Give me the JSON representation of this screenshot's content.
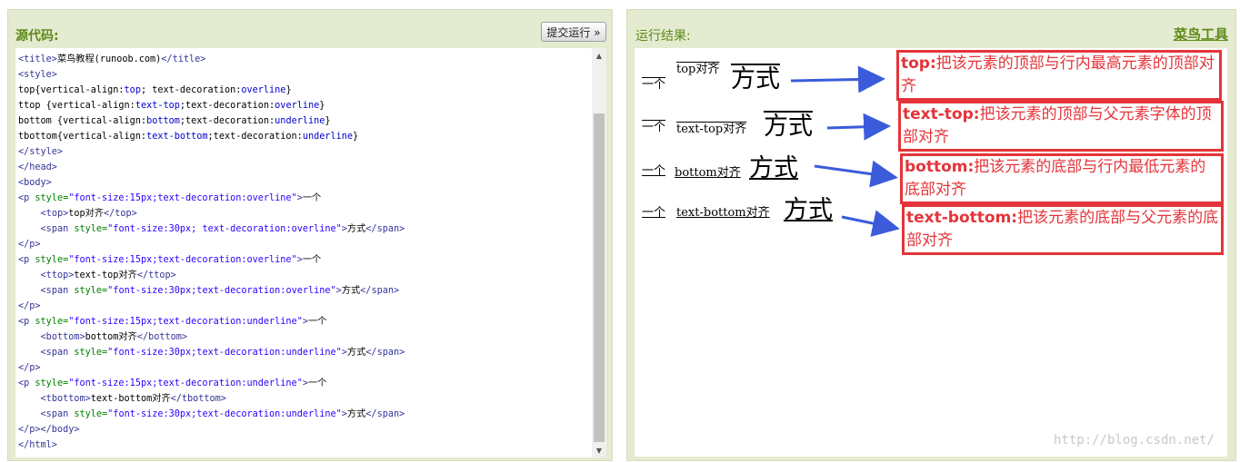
{
  "left": {
    "title": "源代码:",
    "run_label": "提交运行 »",
    "code_lines": [
      [
        [
          "t",
          "<title>"
        ],
        [
          "x",
          "菜鸟教程(runoob.com)"
        ],
        [
          "t",
          "</title>"
        ]
      ],
      [
        [
          "t",
          "<style>"
        ]
      ],
      [
        [
          "x",
          "top{vertical-align:"
        ],
        [
          "v",
          "top"
        ],
        [
          "x",
          "; text-decoration:"
        ],
        [
          "v",
          "overline"
        ],
        [
          "x",
          "}"
        ]
      ],
      [
        [
          "x",
          "ttop {vertical-align:"
        ],
        [
          "v",
          "text-top"
        ],
        [
          "x",
          ";text-decoration:"
        ],
        [
          "v",
          "overline"
        ],
        [
          "x",
          "}"
        ]
      ],
      [
        [
          "x",
          "bottom {vertical-align:"
        ],
        [
          "v",
          "bottom"
        ],
        [
          "x",
          ";text-decoration:"
        ],
        [
          "v",
          "underline"
        ],
        [
          "x",
          "}"
        ]
      ],
      [
        [
          "x",
          "tbottom{vertical-align:"
        ],
        [
          "v",
          "text-bottom"
        ],
        [
          "x",
          ";text-decoration:"
        ],
        [
          "v",
          "underline"
        ],
        [
          "x",
          "}"
        ]
      ],
      [
        [
          "t",
          "</style>"
        ]
      ],
      [
        [
          "t",
          "</head>"
        ]
      ],
      [
        [
          "t",
          "<body>"
        ]
      ],
      [
        [
          "t",
          "<p "
        ],
        [
          "a",
          "style="
        ],
        [
          "s",
          "\"font-size:15px;text-decoration:overline\""
        ],
        [
          "t",
          ">"
        ],
        [
          "x",
          "一个"
        ]
      ],
      [
        [
          "x",
          "    "
        ],
        [
          "t",
          "<top>"
        ],
        [
          "x",
          "top对齐"
        ],
        [
          "t",
          "</top>"
        ]
      ],
      [
        [
          "x",
          "    "
        ],
        [
          "t",
          "<span "
        ],
        [
          "a",
          "style="
        ],
        [
          "s",
          "\"font-size:30px; text-decoration:overline\""
        ],
        [
          "t",
          ">"
        ],
        [
          "x",
          "方式"
        ],
        [
          "t",
          "</span>"
        ]
      ],
      [
        [
          "t",
          "</p>"
        ]
      ],
      [
        [
          "t",
          "<p "
        ],
        [
          "a",
          "style="
        ],
        [
          "s",
          "\"font-size:15px;text-decoration:overline\""
        ],
        [
          "t",
          ">"
        ],
        [
          "x",
          "一个"
        ]
      ],
      [
        [
          "x",
          "    "
        ],
        [
          "t",
          "<ttop>"
        ],
        [
          "x",
          "text-top对齐"
        ],
        [
          "t",
          "</ttop>"
        ]
      ],
      [
        [
          "x",
          "    "
        ],
        [
          "t",
          "<span "
        ],
        [
          "a",
          "style="
        ],
        [
          "s",
          "\"font-size:30px;text-decoration:overline\""
        ],
        [
          "t",
          ">"
        ],
        [
          "x",
          "方式"
        ],
        [
          "t",
          "</span>"
        ]
      ],
      [
        [
          "t",
          "</p>"
        ]
      ],
      [
        [
          "t",
          "<p "
        ],
        [
          "a",
          "style="
        ],
        [
          "s",
          "\"font-size:15px;text-decoration:underline\""
        ],
        [
          "t",
          ">"
        ],
        [
          "x",
          "一个"
        ]
      ],
      [
        [
          "x",
          "    "
        ],
        [
          "t",
          "<bottom>"
        ],
        [
          "x",
          "bottom对齐"
        ],
        [
          "t",
          "</bottom>"
        ]
      ],
      [
        [
          "x",
          "    "
        ],
        [
          "t",
          "<span "
        ],
        [
          "a",
          "style="
        ],
        [
          "s",
          "\"font-size:30px;text-decoration:underline\""
        ],
        [
          "t",
          ">"
        ],
        [
          "x",
          "方式"
        ],
        [
          "t",
          "</span>"
        ]
      ],
      [
        [
          "t",
          "</p>"
        ]
      ],
      [
        [
          "t",
          "<p "
        ],
        [
          "a",
          "style="
        ],
        [
          "s",
          "\"font-size:15px;text-decoration:underline\""
        ],
        [
          "t",
          ">"
        ],
        [
          "x",
          "一个"
        ]
      ],
      [
        [
          "x",
          "    "
        ],
        [
          "t",
          "<tbottom>"
        ],
        [
          "x",
          "text-bottom对齐"
        ],
        [
          "t",
          "</tbottom>"
        ]
      ],
      [
        [
          "x",
          "    "
        ],
        [
          "t",
          "<span "
        ],
        [
          "a",
          "style="
        ],
        [
          "s",
          "\"font-size:30px;text-decoration:underline\""
        ],
        [
          "t",
          ">"
        ],
        [
          "x",
          "方式"
        ],
        [
          "t",
          "</span>"
        ]
      ],
      [
        [
          "t",
          "</p></body>"
        ]
      ],
      [
        [
          "t",
          "</html>"
        ]
      ]
    ]
  },
  "right": {
    "title": "运行结果:",
    "brand": "菜鸟工具",
    "demos": [
      {
        "prefix": "一个",
        "label": "top对齐",
        "big": "方式"
      },
      {
        "prefix": "一个",
        "label": "text-top对齐",
        "big": "方式"
      },
      {
        "prefix": "一个",
        "label": "bottom对齐",
        "big": "方式"
      },
      {
        "prefix": "一个",
        "label": "text-bottom对齐",
        "big": "方式"
      }
    ],
    "notes": [
      {
        "key": "top:",
        "text": "把该元素的顶部与行内最高元素的顶部对齐"
      },
      {
        "key": "text-top:",
        "text": "把该元素的顶部与父元素字体的顶部对齐"
      },
      {
        "key": "bottom:",
        "text": "把该元素的底部与行内最低元素的底部对齐"
      },
      {
        "key": "text-bottom:",
        "text": "把该元素的底部与父元素的底部对齐"
      }
    ],
    "watermark": "http://blog.csdn.net/"
  },
  "colors": {
    "tag": "#333399",
    "attr": "#008000",
    "string": "#2a00ff",
    "value": "#0000cc",
    "text": "#000000",
    "accent": "#e4343a",
    "arrow": "#3b5bdb"
  }
}
